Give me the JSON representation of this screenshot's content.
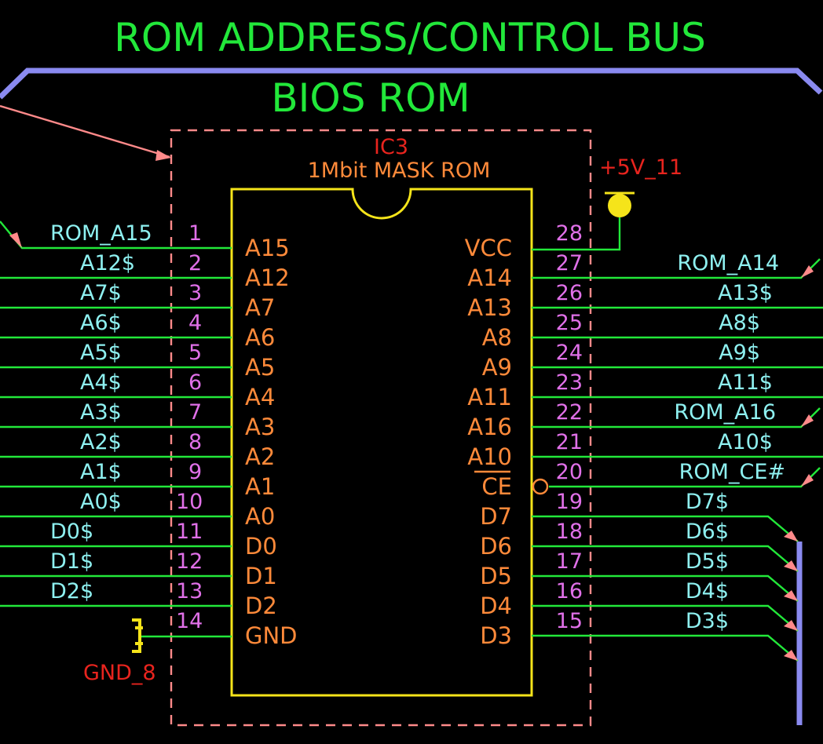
{
  "bus_title": "ROM ADDRESS/CONTROL BUS",
  "block_title": "BIOS ROM",
  "ref": "IC3",
  "part": "1Mbit MASK  ROM",
  "power": "+5V_11",
  "ground": "GND_8",
  "left_pins": [
    {
      "num": "1",
      "name": "A15",
      "net": "ROM_A15"
    },
    {
      "num": "2",
      "name": "A12",
      "net": "A12$"
    },
    {
      "num": "3",
      "name": "A7",
      "net": "A7$"
    },
    {
      "num": "4",
      "name": "A6",
      "net": "A6$"
    },
    {
      "num": "5",
      "name": "A5",
      "net": "A5$"
    },
    {
      "num": "6",
      "name": "A4",
      "net": "A4$"
    },
    {
      "num": "7",
      "name": "A3",
      "net": "A3$"
    },
    {
      "num": "8",
      "name": "A2",
      "net": "A2$"
    },
    {
      "num": "9",
      "name": "A1",
      "net": "A1$"
    },
    {
      "num": "10",
      "name": "A0",
      "net": "A0$"
    },
    {
      "num": "11",
      "name": "D0",
      "net": "D0$"
    },
    {
      "num": "12",
      "name": "D1",
      "net": "D1$"
    },
    {
      "num": "13",
      "name": "D2",
      "net": "D2$"
    },
    {
      "num": "14",
      "name": "GND",
      "net": ""
    }
  ],
  "right_pins": [
    {
      "num": "28",
      "name": "VCC",
      "net": ""
    },
    {
      "num": "27",
      "name": "A14",
      "net": "ROM_A14"
    },
    {
      "num": "26",
      "name": "A13",
      "net": "A13$"
    },
    {
      "num": "25",
      "name": "A8",
      "net": "A8$"
    },
    {
      "num": "24",
      "name": "A9",
      "net": "A9$"
    },
    {
      "num": "23",
      "name": "A11",
      "net": "A11$"
    },
    {
      "num": "22",
      "name": "A16",
      "net": "ROM_A16"
    },
    {
      "num": "21",
      "name": "A10",
      "net": "A10$"
    },
    {
      "num": "20",
      "name": "CE",
      "net": "ROM_CE#"
    },
    {
      "num": "19",
      "name": "D7",
      "net": "D7$"
    },
    {
      "num": "18",
      "name": "D6",
      "net": "D6$"
    },
    {
      "num": "17",
      "name": "D5",
      "net": "D5$"
    },
    {
      "num": "16",
      "name": "D4",
      "net": "D4$"
    },
    {
      "num": "15",
      "name": "D3",
      "net": "D3$"
    }
  ]
}
